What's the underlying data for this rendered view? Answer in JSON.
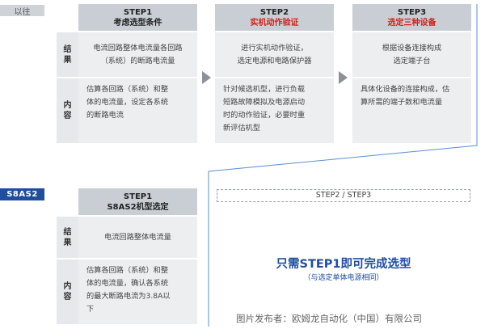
{
  "tags": {
    "old": "以往",
    "new": "S8AS2"
  },
  "side_labels": {
    "result": "结\n果",
    "content": "内\n容"
  },
  "old_process": {
    "steps": [
      {
        "step": "STEP1",
        "title": "考虑选型条件",
        "title_color": "#222222",
        "result": "电流回路整体电流量各回路\n（系统）的断路电流量",
        "content": "估算各回路（系统）和整\n体的电流量，设定各系统\n的断路电流"
      },
      {
        "step": "STEP2",
        "title": "实机动作验证",
        "title_color": "#d0221b",
        "result": "进行实机动作验证，\n选定电源和电路保护器",
        "content": "针对候选机型，进行负载\n短路故障模拟及电源启动\n时的动作验证，必要时重\n新评估机型"
      },
      {
        "step": "STEP3",
        "title": "选定三种设备",
        "title_color": "#d0221b",
        "result": "根据设备连接构成\n选定端子台",
        "content": "具体化设备的连接构成，估\n算所需的端子数和电流量"
      }
    ]
  },
  "new_process": {
    "step": "STEP1",
    "title": "S8AS2机型选定",
    "result": "电流回路整体电流量",
    "content": "估算各回路（系统）和整\n体的电流量，确认各系统\n的最大断路电流为3.8A以\n下",
    "skipped_label": "STEP2 / STEP3",
    "headline": "只需STEP1即可完成选型",
    "subline": "（与选定单体电源相同）"
  },
  "credit": "图片发布者：欧姆龙自动化（中国）有限公司",
  "colors": {
    "accent_blue": "#1f4e9c",
    "highlight_red": "#d0221b",
    "header_gray": "#c9ced4",
    "cell_gray": "#eceef0"
  }
}
